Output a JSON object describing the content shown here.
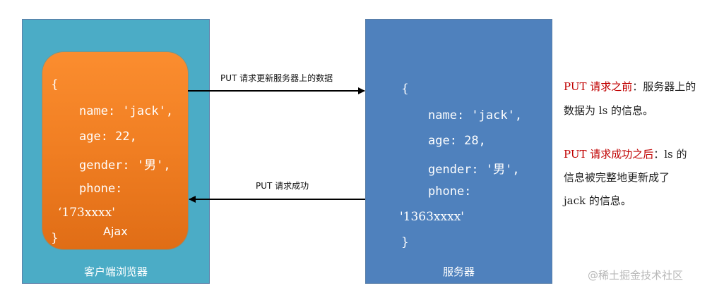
{
  "client": {
    "label": "客户端浏览器",
    "ajax_label": "Ajax",
    "code": {
      "open": "{",
      "name_line": "name: 'jack',",
      "age_line": "age: 22,",
      "gender_line": "gender: '男',",
      "phone_line": "phone:",
      "phone_value": "‘173xxxx'",
      "close": "}"
    }
  },
  "server": {
    "label": "服务器",
    "code": {
      "open": "{",
      "name_line": "name: 'jack',",
      "age_line": "age: 28,",
      "gender_line": "gender: '男',",
      "phone_line": "phone:",
      "phone_value": "'1363xxxx'",
      "close": "}"
    }
  },
  "arrows": {
    "request_label": "PUT 请求更新服务器上的数据",
    "response_label": "PUT 请求成功"
  },
  "notes": {
    "before_red": "PUT 请求之前",
    "before_rest_1": "：服务器上的",
    "before_line2": "数据为 ls 的信息。",
    "after_red": "PUT 请求成功之后",
    "after_rest_1": "：ls 的",
    "after_line2": "信息被完整地更新成了",
    "after_line3": "jack 的信息。"
  },
  "watermark": "@稀土掘金技术社区",
  "colors": {
    "client_panel": "#4bacc6",
    "server_panel": "#4f81bd",
    "ajax_box": "#f58220",
    "note_highlight": "#c00000"
  }
}
